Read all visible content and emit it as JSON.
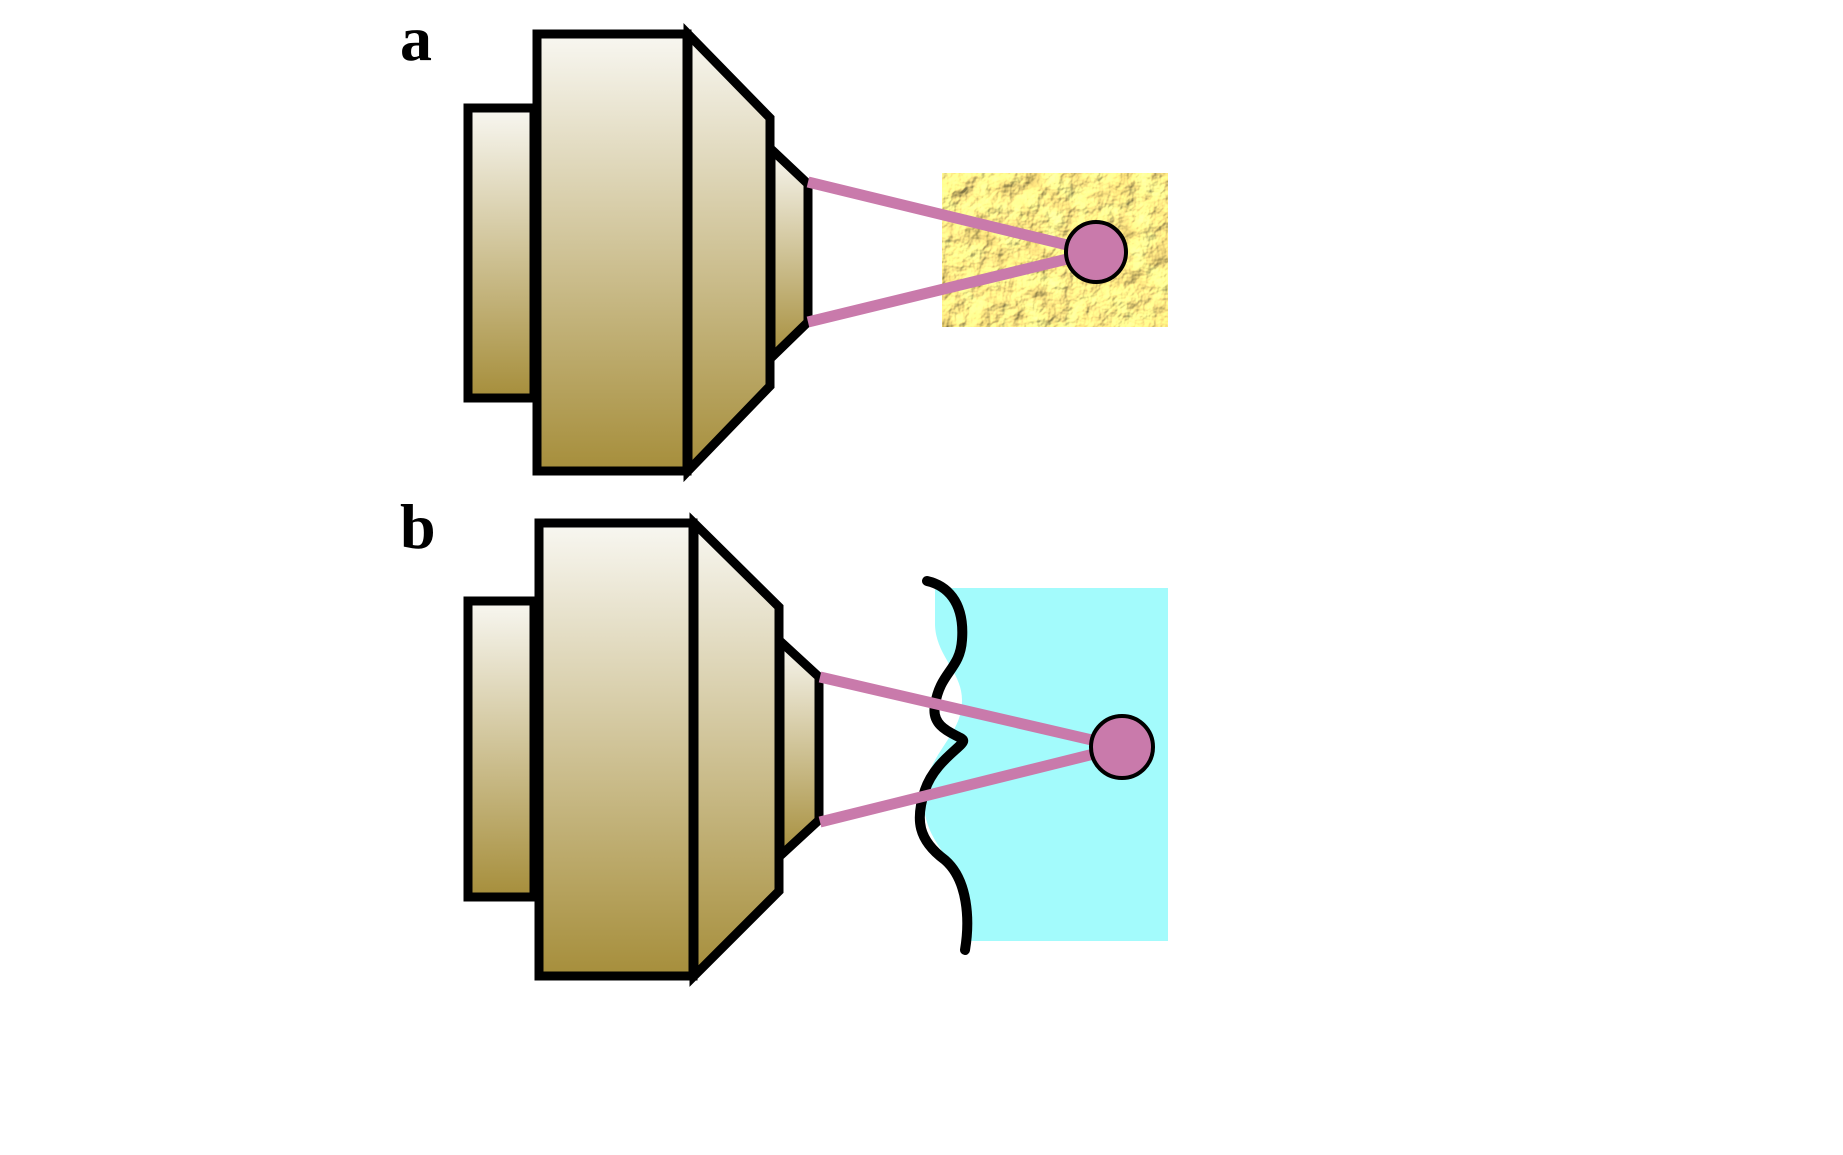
{
  "panels": [
    {
      "label": "a",
      "sample": "rough-gold-surface"
    },
    {
      "label": "b",
      "sample": "liquid-with-wavy-interface"
    }
  ],
  "colors": {
    "objective_light": "#f8f7f1",
    "objective_dark": "#a68e3b",
    "beam": "#c97aab",
    "water": "#a3fbfc",
    "gold_light": "#e6d59a",
    "gold_dark": "#8c7428"
  }
}
